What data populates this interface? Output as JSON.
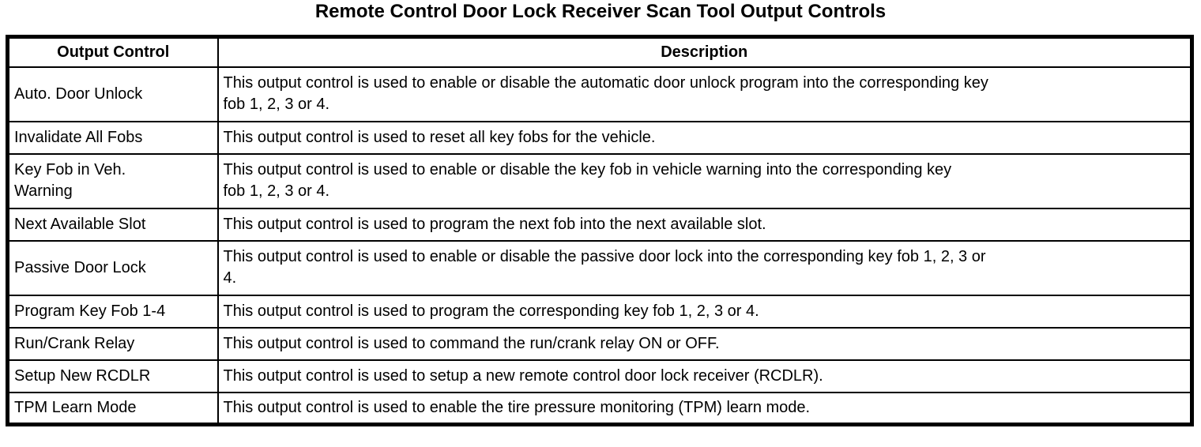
{
  "page_title": "Remote Control Door Lock Receiver Scan Tool Output Controls",
  "table": {
    "headers": {
      "control": "Output Control",
      "description": "Description"
    },
    "rows": [
      {
        "control": "Auto. Door Unlock",
        "description": "This output control is used to enable or disable the automatic door unlock program into the corresponding key\nfob 1, 2, 3 or 4."
      },
      {
        "control": "Invalidate All Fobs",
        "description": "This output control is used to reset all key fobs for the vehicle."
      },
      {
        "control": "Key Fob in Veh.\nWarning",
        "description": "This output control is used to enable or disable the key fob in vehicle warning into the corresponding key\nfob 1, 2, 3 or 4."
      },
      {
        "control": "Next Available Slot",
        "description": "This output control is used to program the next fob into the next available slot."
      },
      {
        "control": "Passive Door Lock",
        "description": "This output control is used to enable or disable the passive door lock into the corresponding key fob 1, 2, 3 or\n4."
      },
      {
        "control": "Program Key Fob 1-4",
        "description": "This output control is used to program the corresponding key fob 1, 2, 3 or 4."
      },
      {
        "control": "Run/Crank Relay",
        "description": "This output control is used to command the run/crank relay ON or OFF."
      },
      {
        "control": "Setup New RCDLR",
        "description": "This output control is used to setup a new remote control door lock receiver (RCDLR)."
      },
      {
        "control": "TPM Learn Mode",
        "description": "This output control is used to enable the tire pressure monitoring (TPM) learn mode."
      }
    ]
  }
}
